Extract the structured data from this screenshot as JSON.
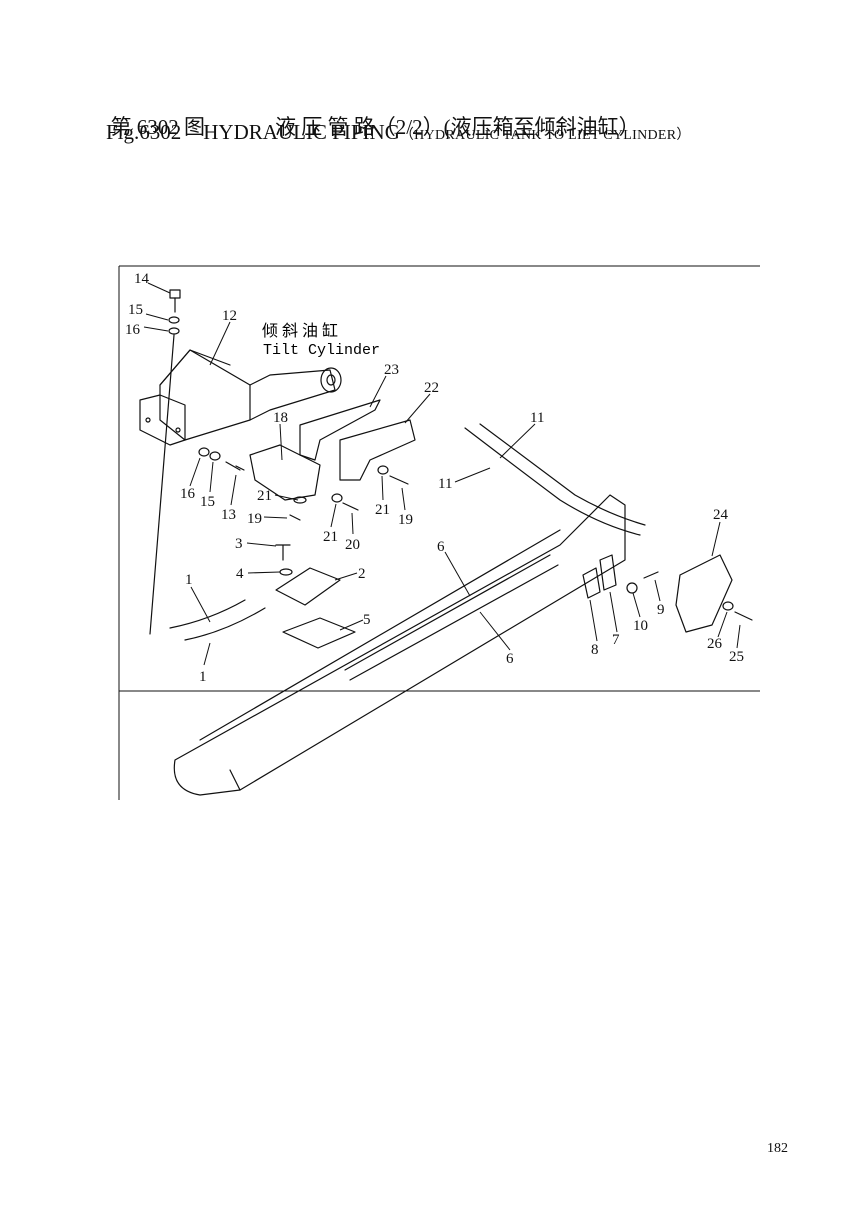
{
  "header": {
    "fig_no_cn": "第 6302 图",
    "title_cn": "液 压 管 路（2/2）(液压箱至倾斜油缸）",
    "fig_no_en": "Fig.6302",
    "title_en_main": "HYDRAULIC PIPING",
    "title_en_paren": "（HYDRAULIC TANK TO LIET CYLINDER）"
  },
  "figure": {
    "caption_cn": "倾 斜 油 缸",
    "caption_en": "Tilt Cylinder",
    "callouts": [
      "14",
      "15",
      "16",
      "12",
      "23",
      "22",
      "18",
      "11",
      "11",
      "16",
      "15",
      "13",
      "21",
      "19",
      "21",
      "20",
      "21",
      "19",
      "24",
      "6",
      "3",
      "4",
      "2",
      "9",
      "1",
      "5",
      "8",
      "7",
      "10",
      "26",
      "6",
      "1",
      "25"
    ]
  },
  "footer": {
    "page_number": "182"
  }
}
